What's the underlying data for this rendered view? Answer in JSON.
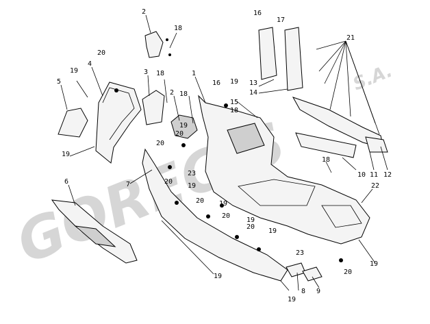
{
  "watermark": {
    "text": "GOREGIS",
    "suffix": "S.A.",
    "color": "#d6d6d6"
  },
  "callouts": [
    {
      "id": "c1",
      "label": "1"
    },
    {
      "id": "c2",
      "label": "2"
    },
    {
      "id": "c2b",
      "label": "2"
    },
    {
      "id": "c3",
      "label": "3"
    },
    {
      "id": "c4",
      "label": "4"
    },
    {
      "id": "c5",
      "label": "5"
    },
    {
      "id": "c6",
      "label": "6"
    },
    {
      "id": "c7",
      "label": "7"
    },
    {
      "id": "c8",
      "label": "8"
    },
    {
      "id": "c9",
      "label": "9"
    },
    {
      "id": "c10",
      "label": "10"
    },
    {
      "id": "c11",
      "label": "11"
    },
    {
      "id": "c12",
      "label": "12"
    },
    {
      "id": "c13",
      "label": "13"
    },
    {
      "id": "c14",
      "label": "14"
    },
    {
      "id": "c15",
      "label": "15"
    },
    {
      "id": "c16a",
      "label": "16"
    },
    {
      "id": "c16b",
      "label": "16"
    },
    {
      "id": "c17",
      "label": "17"
    },
    {
      "id": "c18a",
      "label": "18"
    },
    {
      "id": "c18b",
      "label": "18"
    },
    {
      "id": "c18c",
      "label": "18"
    },
    {
      "id": "c18d",
      "label": "18"
    },
    {
      "id": "c18e",
      "label": "18"
    },
    {
      "id": "c19a",
      "label": "19"
    },
    {
      "id": "c19b",
      "label": "19"
    },
    {
      "id": "c19c",
      "label": "19"
    },
    {
      "id": "c19d",
      "label": "19"
    },
    {
      "id": "c19e",
      "label": "19"
    },
    {
      "id": "c19f",
      "label": "19"
    },
    {
      "id": "c19g",
      "label": "19"
    },
    {
      "id": "c19h",
      "label": "19"
    },
    {
      "id": "c19i",
      "label": "19"
    },
    {
      "id": "c19j",
      "label": "19"
    },
    {
      "id": "c19k",
      "label": "19"
    },
    {
      "id": "c20a",
      "label": "20"
    },
    {
      "id": "c20b",
      "label": "20"
    },
    {
      "id": "c20c",
      "label": "20"
    },
    {
      "id": "c20d",
      "label": "20"
    },
    {
      "id": "c20e",
      "label": "20"
    },
    {
      "id": "c20f",
      "label": "20"
    },
    {
      "id": "c20g",
      "label": "20"
    },
    {
      "id": "c20h",
      "label": "20"
    },
    {
      "id": "c21",
      "label": "21"
    },
    {
      "id": "c22",
      "label": "22"
    },
    {
      "id": "c23a",
      "label": "23"
    },
    {
      "id": "c23b",
      "label": "23"
    }
  ]
}
